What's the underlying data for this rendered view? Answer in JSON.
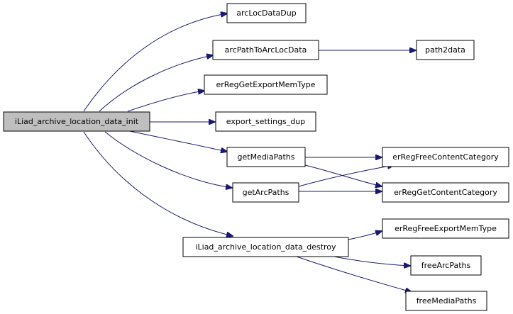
{
  "colors": {
    "edge": "#191970",
    "root_fill": "#bfbfbf",
    "node_fill": "#ffffff",
    "border": "#000000"
  },
  "nodes": {
    "root": "iLiad_archive_location_data_init",
    "arcLocDataDup": "arcLocDataDup",
    "arcPathToArcLocData": "arcPathToArcLocData",
    "path2data": "path2data",
    "erRegGetExportMemType": "erRegGetExportMemType",
    "export_settings_dup": "export_settings_dup",
    "getMediaPaths": "getMediaPaths",
    "getArcPaths": "getArcPaths",
    "erRegFreeContentCategory": "erRegFreeContentCategory",
    "erRegGetContentCategory": "erRegGetContentCategory",
    "destroy": "iLiad_archive_location_data_destroy",
    "erRegFreeExportMemType": "erRegFreeExportMemType",
    "freeArcPaths": "freeArcPaths",
    "freeMediaPaths": "freeMediaPaths"
  },
  "edges": [
    [
      "root",
      "arcLocDataDup"
    ],
    [
      "root",
      "arcPathToArcLocData"
    ],
    [
      "arcPathToArcLocData",
      "path2data"
    ],
    [
      "root",
      "erRegGetExportMemType"
    ],
    [
      "root",
      "export_settings_dup"
    ],
    [
      "root",
      "getMediaPaths"
    ],
    [
      "getMediaPaths",
      "erRegFreeContentCategory"
    ],
    [
      "getMediaPaths",
      "erRegGetContentCategory"
    ],
    [
      "root",
      "getArcPaths"
    ],
    [
      "getArcPaths",
      "erRegFreeContentCategory"
    ],
    [
      "getArcPaths",
      "erRegGetContentCategory"
    ],
    [
      "root",
      "destroy"
    ],
    [
      "destroy",
      "erRegFreeExportMemType"
    ],
    [
      "destroy",
      "freeArcPaths"
    ],
    [
      "destroy",
      "freeMediaPaths"
    ]
  ]
}
